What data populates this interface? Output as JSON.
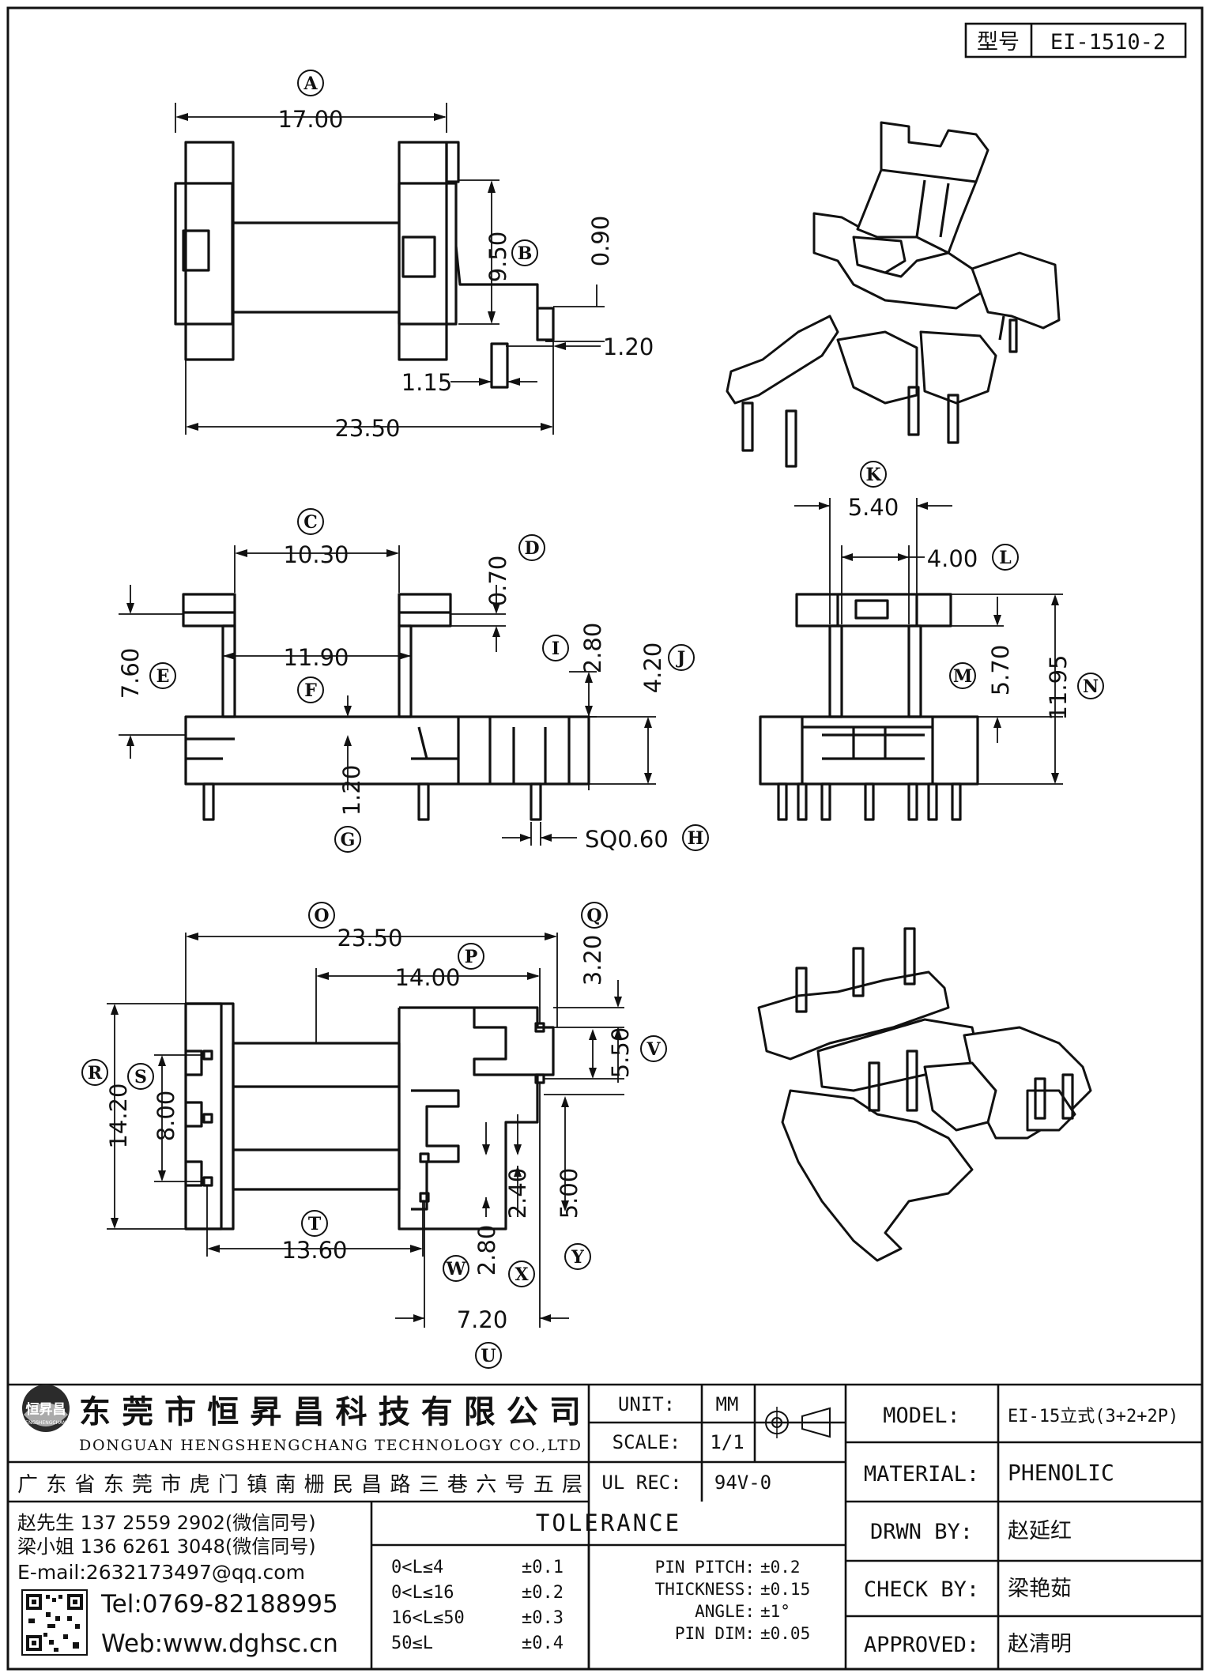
{
  "title_block": {
    "part_label": "型号",
    "part_number": "EI-1510-2",
    "company_cn": "东莞市恒昇昌科技有限公司",
    "company_en": "DONGUAN HENGSHENGCHANG TECHNOLOGY CO.,LTD",
    "address": "广东省东莞市虎门镇南栅民昌路三巷六号五层",
    "contact_1": "赵先生 137 2559 2902(微信同号)",
    "contact_2": "梁小姐 136 6261 3048(微信同号)",
    "email": "E-mail:2632173497@qq.com",
    "tel": "Tel:0769-82188995",
    "web": "Web:www.dghsc.cn",
    "unit_label": "UNIT:",
    "unit_value": "MM",
    "scale_label": "SCALE:",
    "scale_value": "1/1",
    "ul_label": "UL REC:",
    "ul_value": "94V-0",
    "model_label": "MODEL:",
    "model_value": "EI-15立式(3+2+2P)",
    "material_label": "MATERIAL:",
    "material_value": "PHENOLIC",
    "drawn_label": "DRWN BY:",
    "drawn_value": "赵延红",
    "check_label": "CHECK BY:",
    "check_value": "梁艳茹",
    "approved_label": "APPROVED:",
    "approved_value": "赵清明",
    "tolerance_title": "TOLERANCE",
    "tolerance_ranges": [
      {
        "range": "0<L≤4",
        "value": "±0.1"
      },
      {
        "range": "0<L≤16",
        "value": "±0.2"
      },
      {
        "range": "16<L≤50",
        "value": "±0.3"
      },
      {
        "range": "50≤L",
        "value": "±0.4"
      }
    ],
    "tolerance_specs": [
      {
        "label": "PIN PITCH:",
        "value": "±0.2"
      },
      {
        "label": "THICKNESS:",
        "value": "±0.15"
      },
      {
        "label": "ANGLE:",
        "value": "±1°"
      },
      {
        "label": "PIN DIM:",
        "value": "±0.05"
      }
    ],
    "logo_text": "恒昇昌",
    "logo_sub": "HENGSHENGCHANG"
  },
  "dimensions": {
    "A": "17.00",
    "B": "9.50",
    "B_small": "0.90",
    "B_pin": "1.20",
    "B_gap": "1.15",
    "B_total": "23.50",
    "C": "10.30",
    "D": "0.70",
    "E": "7.60",
    "F": "11.90",
    "G": "1.20",
    "H": "SQ0.60",
    "I": "2.80",
    "J": "4.20",
    "K": "5.40",
    "L": "4.00",
    "M": "5.70",
    "N": "11.95",
    "O": "23.50",
    "P": "14.00",
    "Q": "3.20",
    "R": "14.20",
    "S": "8.00",
    "T": "13.60",
    "U": "7.20",
    "V": "5.50",
    "W": "2.80",
    "X": "2.40",
    "Y": "5.00"
  },
  "letters": [
    "A",
    "B",
    "C",
    "D",
    "E",
    "F",
    "G",
    "H",
    "I",
    "J",
    "K",
    "L",
    "M",
    "N",
    "O",
    "P",
    "Q",
    "R",
    "S",
    "T",
    "U",
    "V",
    "W",
    "X",
    "Y"
  ]
}
